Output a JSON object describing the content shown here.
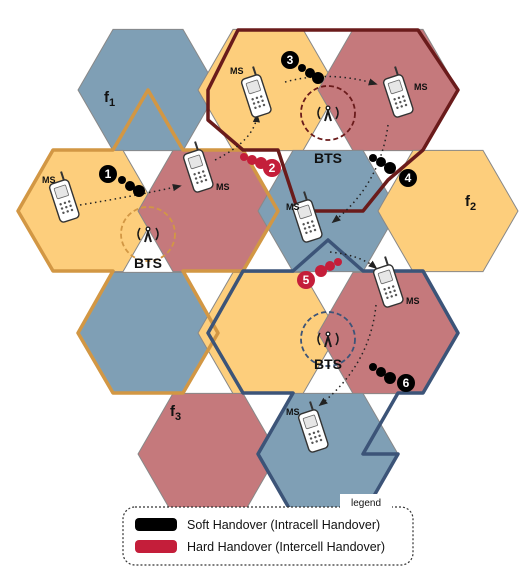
{
  "colors": {
    "yellow": "#fdce7c",
    "red": "#c5797c",
    "blue": "#7f9fb5",
    "orange_border": "#d29744",
    "darkred_border": "#6a1b1b",
    "navy_border": "#3c5478",
    "soft": "#000000",
    "hard": "#c41e3a"
  },
  "diagram": {
    "bts_labels": [
      "BTS",
      "BTS",
      "BTS"
    ],
    "ms_labels": [
      "MS",
      "MS",
      "MS",
      "MS",
      "MS",
      "MS",
      "MS"
    ],
    "freq": [
      {
        "main": "f",
        "sub": "1"
      },
      {
        "main": "f",
        "sub": "2"
      },
      {
        "main": "f",
        "sub": "3"
      }
    ],
    "handover_markers": [
      {
        "num": "1",
        "type": "soft"
      },
      {
        "num": "2",
        "type": "hard"
      },
      {
        "num": "3",
        "type": "soft"
      },
      {
        "num": "4",
        "type": "soft"
      },
      {
        "num": "5",
        "type": "hard"
      },
      {
        "num": "6",
        "type": "soft"
      }
    ]
  },
  "legend": {
    "title": "legend",
    "items": [
      {
        "label": "Soft Handover (Intracell Handover)",
        "type": "soft"
      },
      {
        "label": "Hard Handover (Intercell Handover)",
        "type": "hard"
      }
    ]
  }
}
